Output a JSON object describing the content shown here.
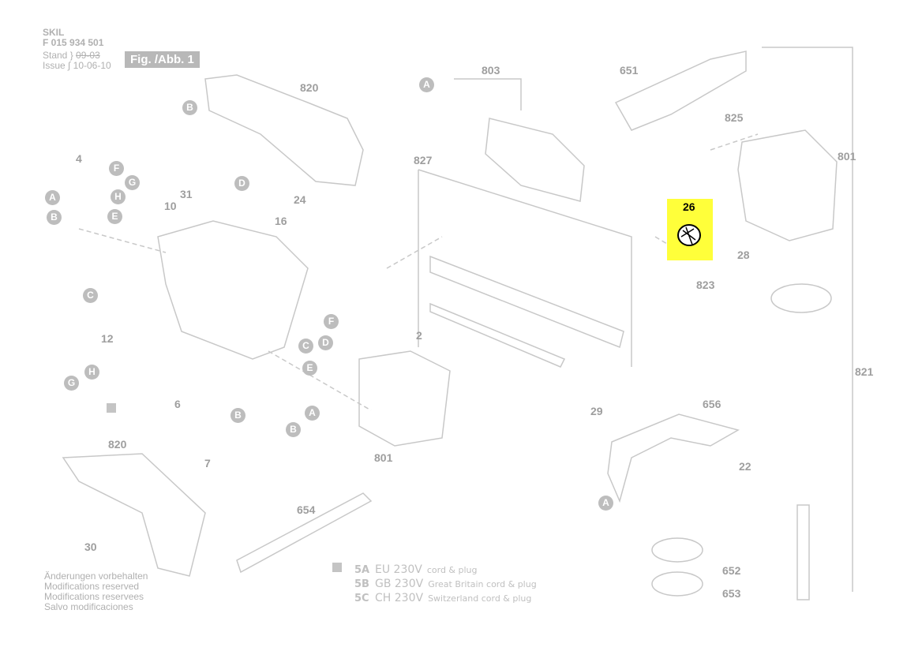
{
  "header": {
    "brand": "SKIL",
    "part_number": "F 015 934 501",
    "stand_label": "Stand",
    "stand_value": "09-03",
    "issue_label": "Issue",
    "issue_value": "10-06-10",
    "figure": "Fig. /Abb. 1"
  },
  "highlight": {
    "label": "26",
    "color": "#ffff3a"
  },
  "part_numbers": [
    "820",
    "803",
    "651",
    "825",
    "801",
    "827",
    "4",
    "31",
    "24",
    "10",
    "16",
    "28",
    "823",
    "12",
    "2",
    "821",
    "29",
    "6",
    "656",
    "7",
    "820",
    "801",
    "22",
    "654",
    "652",
    "653",
    "30"
  ],
  "connectors": [
    "A",
    "B",
    "F",
    "G",
    "A",
    "H",
    "B",
    "E",
    "D",
    "C",
    "G",
    "H",
    "F",
    "C",
    "D",
    "E",
    "B",
    "A",
    "B",
    "A"
  ],
  "notes": [
    "Änderungen vorbehalten",
    "Modifications reserved",
    "Modifications reservees",
    "Salvo modificaciones"
  ],
  "legend": [
    {
      "code": "5A",
      "voltage": "EU 230V",
      "desc": "cord & plug"
    },
    {
      "code": "5B",
      "voltage": "GB 230V",
      "desc": "Great Britain cord & plug"
    },
    {
      "code": "5C",
      "voltage": "CH 230V",
      "desc": "Switzerland cord & plug"
    }
  ]
}
